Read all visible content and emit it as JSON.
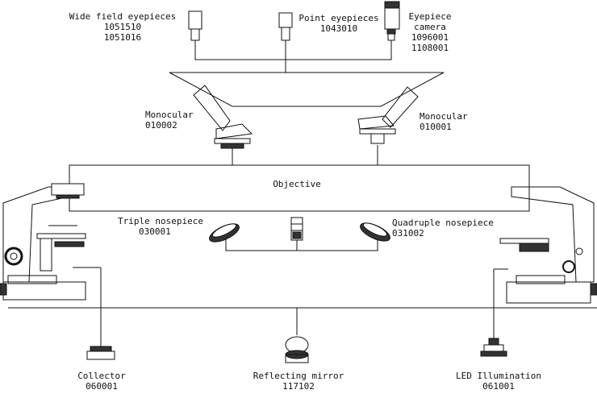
{
  "labels": {
    "wide_field": {
      "name": "Wide field eyepieces",
      "codes": [
        "1051510",
        "1051016"
      ]
    },
    "point": {
      "name": "Point eyepieces",
      "code": "1043010"
    },
    "camera": {
      "name_line1": "Eyepiece",
      "name_line2": "camera",
      "codes": [
        "1096001",
        "1108001"
      ]
    },
    "monocular_left": {
      "name": "Monocular",
      "code": "010002"
    },
    "monocular_right": {
      "name": "Monocular",
      "code": "010001"
    },
    "objective": "Objective",
    "triple": {
      "name": "Triple nosepiece",
      "code": "030001"
    },
    "quadruple": {
      "name": "Quadruple nosepiece",
      "code": "031002"
    },
    "collector": {
      "name": "Collector",
      "code": "060001"
    },
    "mirror": {
      "name": "Reflecting mirror",
      "code": "117102"
    },
    "led": {
      "name": "LED Illumination",
      "code": "061001"
    }
  },
  "colors": {
    "line": "#111111",
    "fill": "#ffffff",
    "dark": "#222222"
  }
}
